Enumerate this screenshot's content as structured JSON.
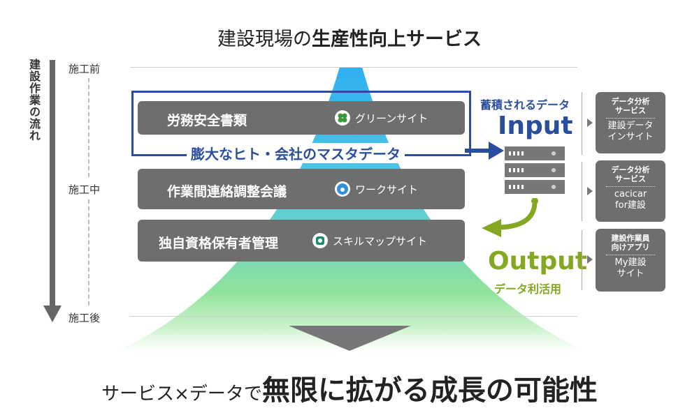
{
  "title": {
    "prefix": "建設現場の",
    "emphasis": "生産性向上サービス"
  },
  "flow_label": "建設作業の流れ",
  "phases": {
    "before": "施工前",
    "during": "施工中",
    "after": "施工後"
  },
  "bars": [
    {
      "label": "労務安全書類",
      "site": "グリーンサイト"
    },
    {
      "label": "作業間連絡調整会議",
      "site": "ワークサイト"
    },
    {
      "label": "独自資格保有者管理",
      "site": "スキルマップサイト"
    }
  ],
  "master_data": "膨大なヒト・会社のマスタデータ",
  "input": {
    "caption": "蓄積されるデータ",
    "label": "Input"
  },
  "output": {
    "label": "Output",
    "caption": "データ利活用"
  },
  "cards": [
    {
      "top": "データ分析\nサービス",
      "name": "建設データ\nインサイト"
    },
    {
      "top": "データ分析\nサービス",
      "name": "cacicar\nfor建設"
    },
    {
      "top": "建設作業員\n向けアプリ",
      "name": "My建設\nサイト"
    }
  ],
  "bottom": {
    "lead": "サービス×データで",
    "strong": "無限に拡がる成長の可能性"
  },
  "colors": {
    "blue": "#2a4e9e",
    "green": "#84a821",
    "gray_box": "#6e6e6e",
    "funnel_top": "#2fb0f0",
    "funnel_bottom": "#8fe39a"
  }
}
